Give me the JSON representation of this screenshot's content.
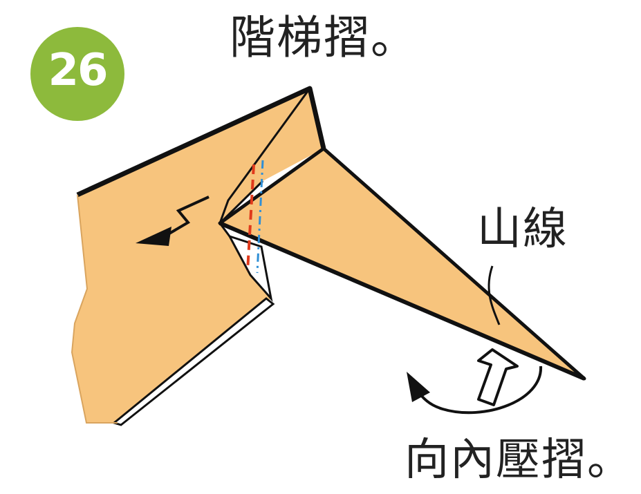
{
  "step": {
    "number": "26",
    "badge_color": "#8dba3c"
  },
  "labels": {
    "step_fold": "階梯摺。",
    "mountain_line": "山線",
    "inside_reverse_fold": "向內壓摺。"
  },
  "colors": {
    "paper": "#f7c47d",
    "outline": "#111111",
    "valley_line": "#e03a1c",
    "mountain_line": "#2f8fd6"
  }
}
